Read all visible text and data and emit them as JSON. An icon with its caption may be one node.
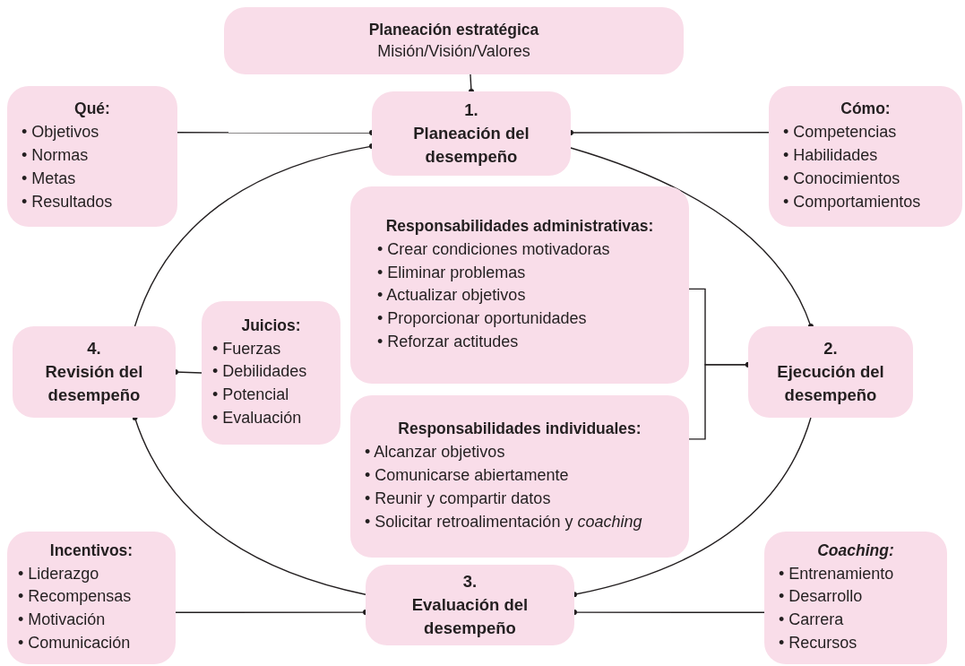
{
  "diagram": {
    "nodes": [
      {
        "text": [
          "Planeación estratégica",
          "Misión/Visión/Valores"
        ]
      },
      {
        "text": [
          "Qué:",
          "• Objetivos",
          "• Normas",
          "• Metas",
          "• Resultados"
        ]
      },
      {
        "text": [
          "1.",
          "Planeación del desempeño"
        ]
      },
      {
        "text": [
          "Cómo:",
          "• Competencias",
          "• Habilidades",
          "• Conocimientos",
          "• Comportamientos"
        ]
      },
      {
        "text": [
          "Responsabilidades administrativas:",
          "• Crear condiciones motivadoras",
          "• Eliminar problemas",
          "• Actualizar objetivos",
          "• Proporcionar oportunidades",
          "• Reforzar actitudes"
        ]
      },
      {
        "text": [
          "Juicios:",
          "• Fuerzas",
          "• Debilidades",
          "• Potencial",
          "• Evaluación"
        ]
      },
      {
        "text": [
          "4.",
          "Revisión del desempeño"
        ]
      },
      {
        "text": [
          "2.",
          "Ejecución del desempeño"
        ]
      },
      {
        "text": [
          "Responsabilidades individuales:",
          "• Alcanzar objetivos",
          "• Comunicarse abiertamente",
          "• Reunir y compartir datos",
          "• Solicitar retroalimentación y *coaching*"
        ]
      },
      {
        "text": [
          "Incentivos:",
          "• Liderazgo",
          "• Recompensas",
          "• Motivación",
          "• Comunicación"
        ]
      },
      {
        "text": [
          "Coaching:",
          "• Entrenamiento",
          "• Desarrollo",
          "• Carrera",
          "• Recursos"
        ]
      },
      {
        "text": [
          "3.",
          "Evaluación del desempeño"
        ]
      }
    ],
    "edges": [
      {
        "from": 0,
        "to": 2,
        "arrow": "other"
      },
      {
        "from": 1,
        "to": 2,
        "arrow": "other"
      },
      {
        "from": 3,
        "to": 2,
        "arrow": "other"
      },
      {
        "from": 2,
        "to": 7,
        "arrow": "other"
      },
      {
        "from": 7,
        "to": 11,
        "arrow": "other"
      },
      {
        "from": 11,
        "to": 6,
        "arrow": "other"
      },
      {
        "from": 6,
        "to": 2,
        "arrow": "other"
      },
      {
        "from": 4,
        "to": 7,
        "arrow": "other"
      },
      {
        "from": 8,
        "to": 7,
        "arrow": "other"
      },
      {
        "from": 5,
        "to": 6,
        "arrow": "other"
      },
      {
        "from": 9,
        "to": 11,
        "arrow": "other"
      },
      {
        "from": 10,
        "to": 11,
        "arrow": "other"
      }
    ]
  }
}
